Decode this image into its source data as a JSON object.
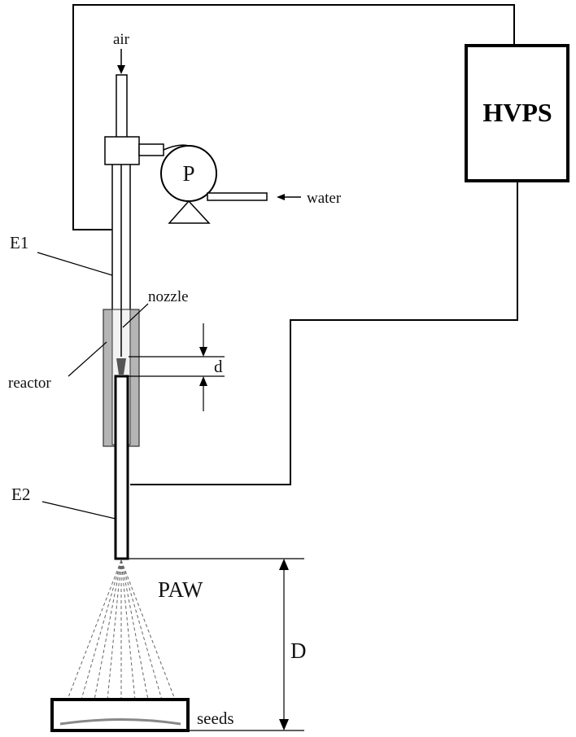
{
  "labels": {
    "air": "air",
    "water": "water",
    "pump": "P",
    "hvps": "HVPS",
    "e1": "E1",
    "nozzle": "nozzle",
    "reactor": "reactor",
    "d_small": "d",
    "e2": "E2",
    "paw": "PAW",
    "d_large": "D",
    "seeds": "seeds"
  }
}
